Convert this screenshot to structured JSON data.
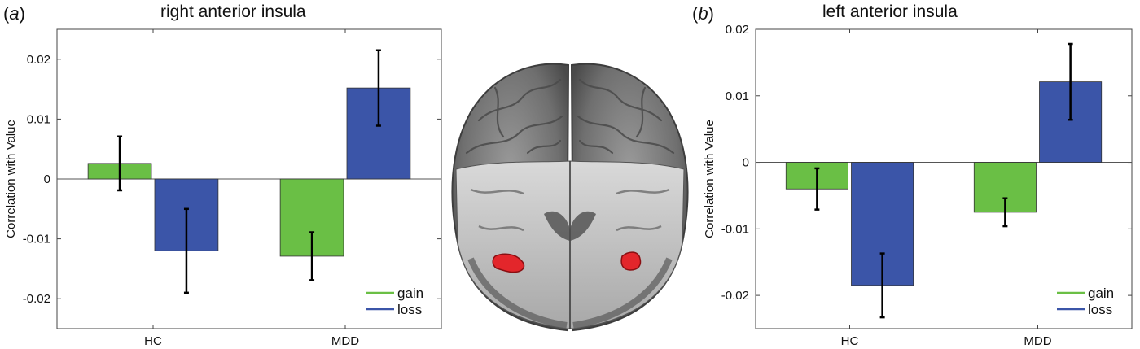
{
  "panels": [
    {
      "letter_open": "(",
      "letter": "a",
      "letter_close": ")",
      "title": "right anterior insula"
    },
    {
      "letter_open": "(",
      "letter": "b",
      "letter_close": ")",
      "title": "left anterior insula"
    }
  ],
  "colors": {
    "gain": "#6abf45",
    "loss": "#3b55a8",
    "error": "#000000",
    "roi": "#e3262b"
  },
  "chart_data": [
    {
      "type": "bar",
      "title": "right anterior insula",
      "ylabel": "Correlation with Value",
      "xlabel": "",
      "categories": [
        "HC",
        "MDD"
      ],
      "ylim": [
        -0.025,
        0.025
      ],
      "yticks": [
        0.02,
        0.01,
        0,
        -0.01,
        -0.02
      ],
      "ytick_labels": [
        "0.02",
        "0.01",
        "0",
        "-0.01",
        "-0.02"
      ],
      "series": [
        {
          "name": "gain",
          "values": [
            0.0026,
            -0.0129
          ],
          "err": [
            0.0045,
            0.004
          ]
        },
        {
          "name": "loss",
          "values": [
            -0.012,
            0.0152
          ],
          "err": [
            0.007,
            0.0063
          ]
        }
      ],
      "legend": "bottom-right",
      "grid": false
    },
    {
      "type": "bar",
      "title": "left anterior insula",
      "ylabel": "Correlation with Value",
      "xlabel": "",
      "categories": [
        "HC",
        "MDD"
      ],
      "ylim": [
        -0.025,
        0.02
      ],
      "yticks": [
        0.02,
        0.01,
        0,
        -0.01,
        -0.02
      ],
      "ytick_labels": [
        "0.02",
        "0.01",
        "0",
        "-0.01",
        "-0.02"
      ],
      "series": [
        {
          "name": "gain",
          "values": [
            -0.004,
            -0.0075
          ],
          "err": [
            0.0031,
            0.0021
          ]
        },
        {
          "name": "loss",
          "values": [
            -0.0185,
            0.0121
          ],
          "err": [
            0.0048,
            0.0057
          ]
        }
      ],
      "legend": "bottom-right",
      "grid": false
    }
  ]
}
